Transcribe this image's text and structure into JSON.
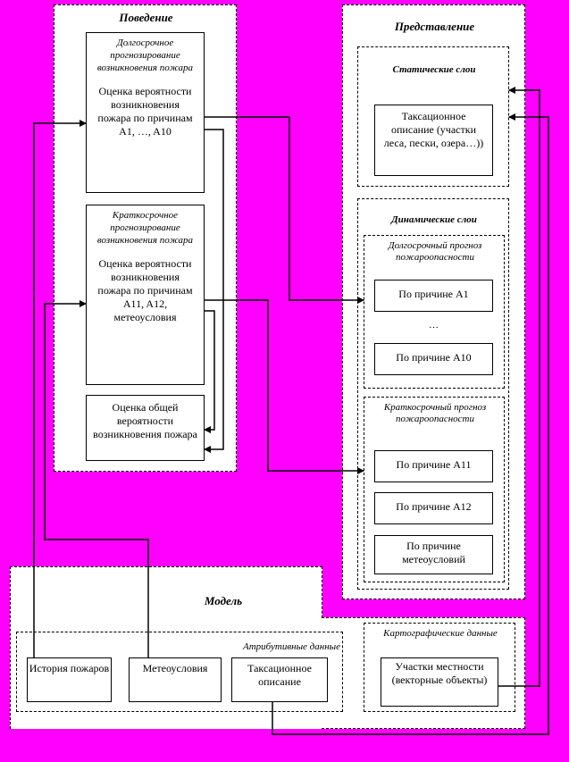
{
  "behavior": {
    "title": "Поведение",
    "long_term": {
      "heading": "Долгосрочное прогнозирование возникновения пожара",
      "body": "Оценка вероятности возникновения пожара по причинам",
      "causes": "A1, …, A10"
    },
    "short_term": {
      "heading": "Краткосрочное прогнозирование возникновения пожара",
      "body": "Оценка вероятности возникновения пожара по причинам",
      "causes": "A11, A12,",
      "extra": "метеоусловия"
    },
    "overall": "Оценка общей вероятности возникновения пожара"
  },
  "representation": {
    "title": "Представление",
    "static_layers": {
      "title": "Статические слои",
      "box": "Таксационное описание (участки леса, пески, озера…))"
    },
    "dynamic_layers": {
      "title": "Динамические слои",
      "long_forecast": {
        "title": "Долгосрочный прогноз пожароопасности",
        "first": "По причине A1",
        "ellipsis": "…",
        "last": "По причине A10"
      },
      "short_forecast": {
        "title": "Краткосрочный прогноз пожароопасности",
        "items": [
          "По причине A11",
          "По причине A12",
          "По причине метеоусловий"
        ]
      }
    }
  },
  "model": {
    "title": "Модель",
    "attributes": {
      "title": "Атрибутивные данные",
      "items": [
        "История пожаров",
        "Метеоусловия",
        "Таксационное описание"
      ]
    },
    "cartographic": {
      "title": "Картографические данные",
      "box": "Участки местности (векторные объекты)"
    }
  }
}
